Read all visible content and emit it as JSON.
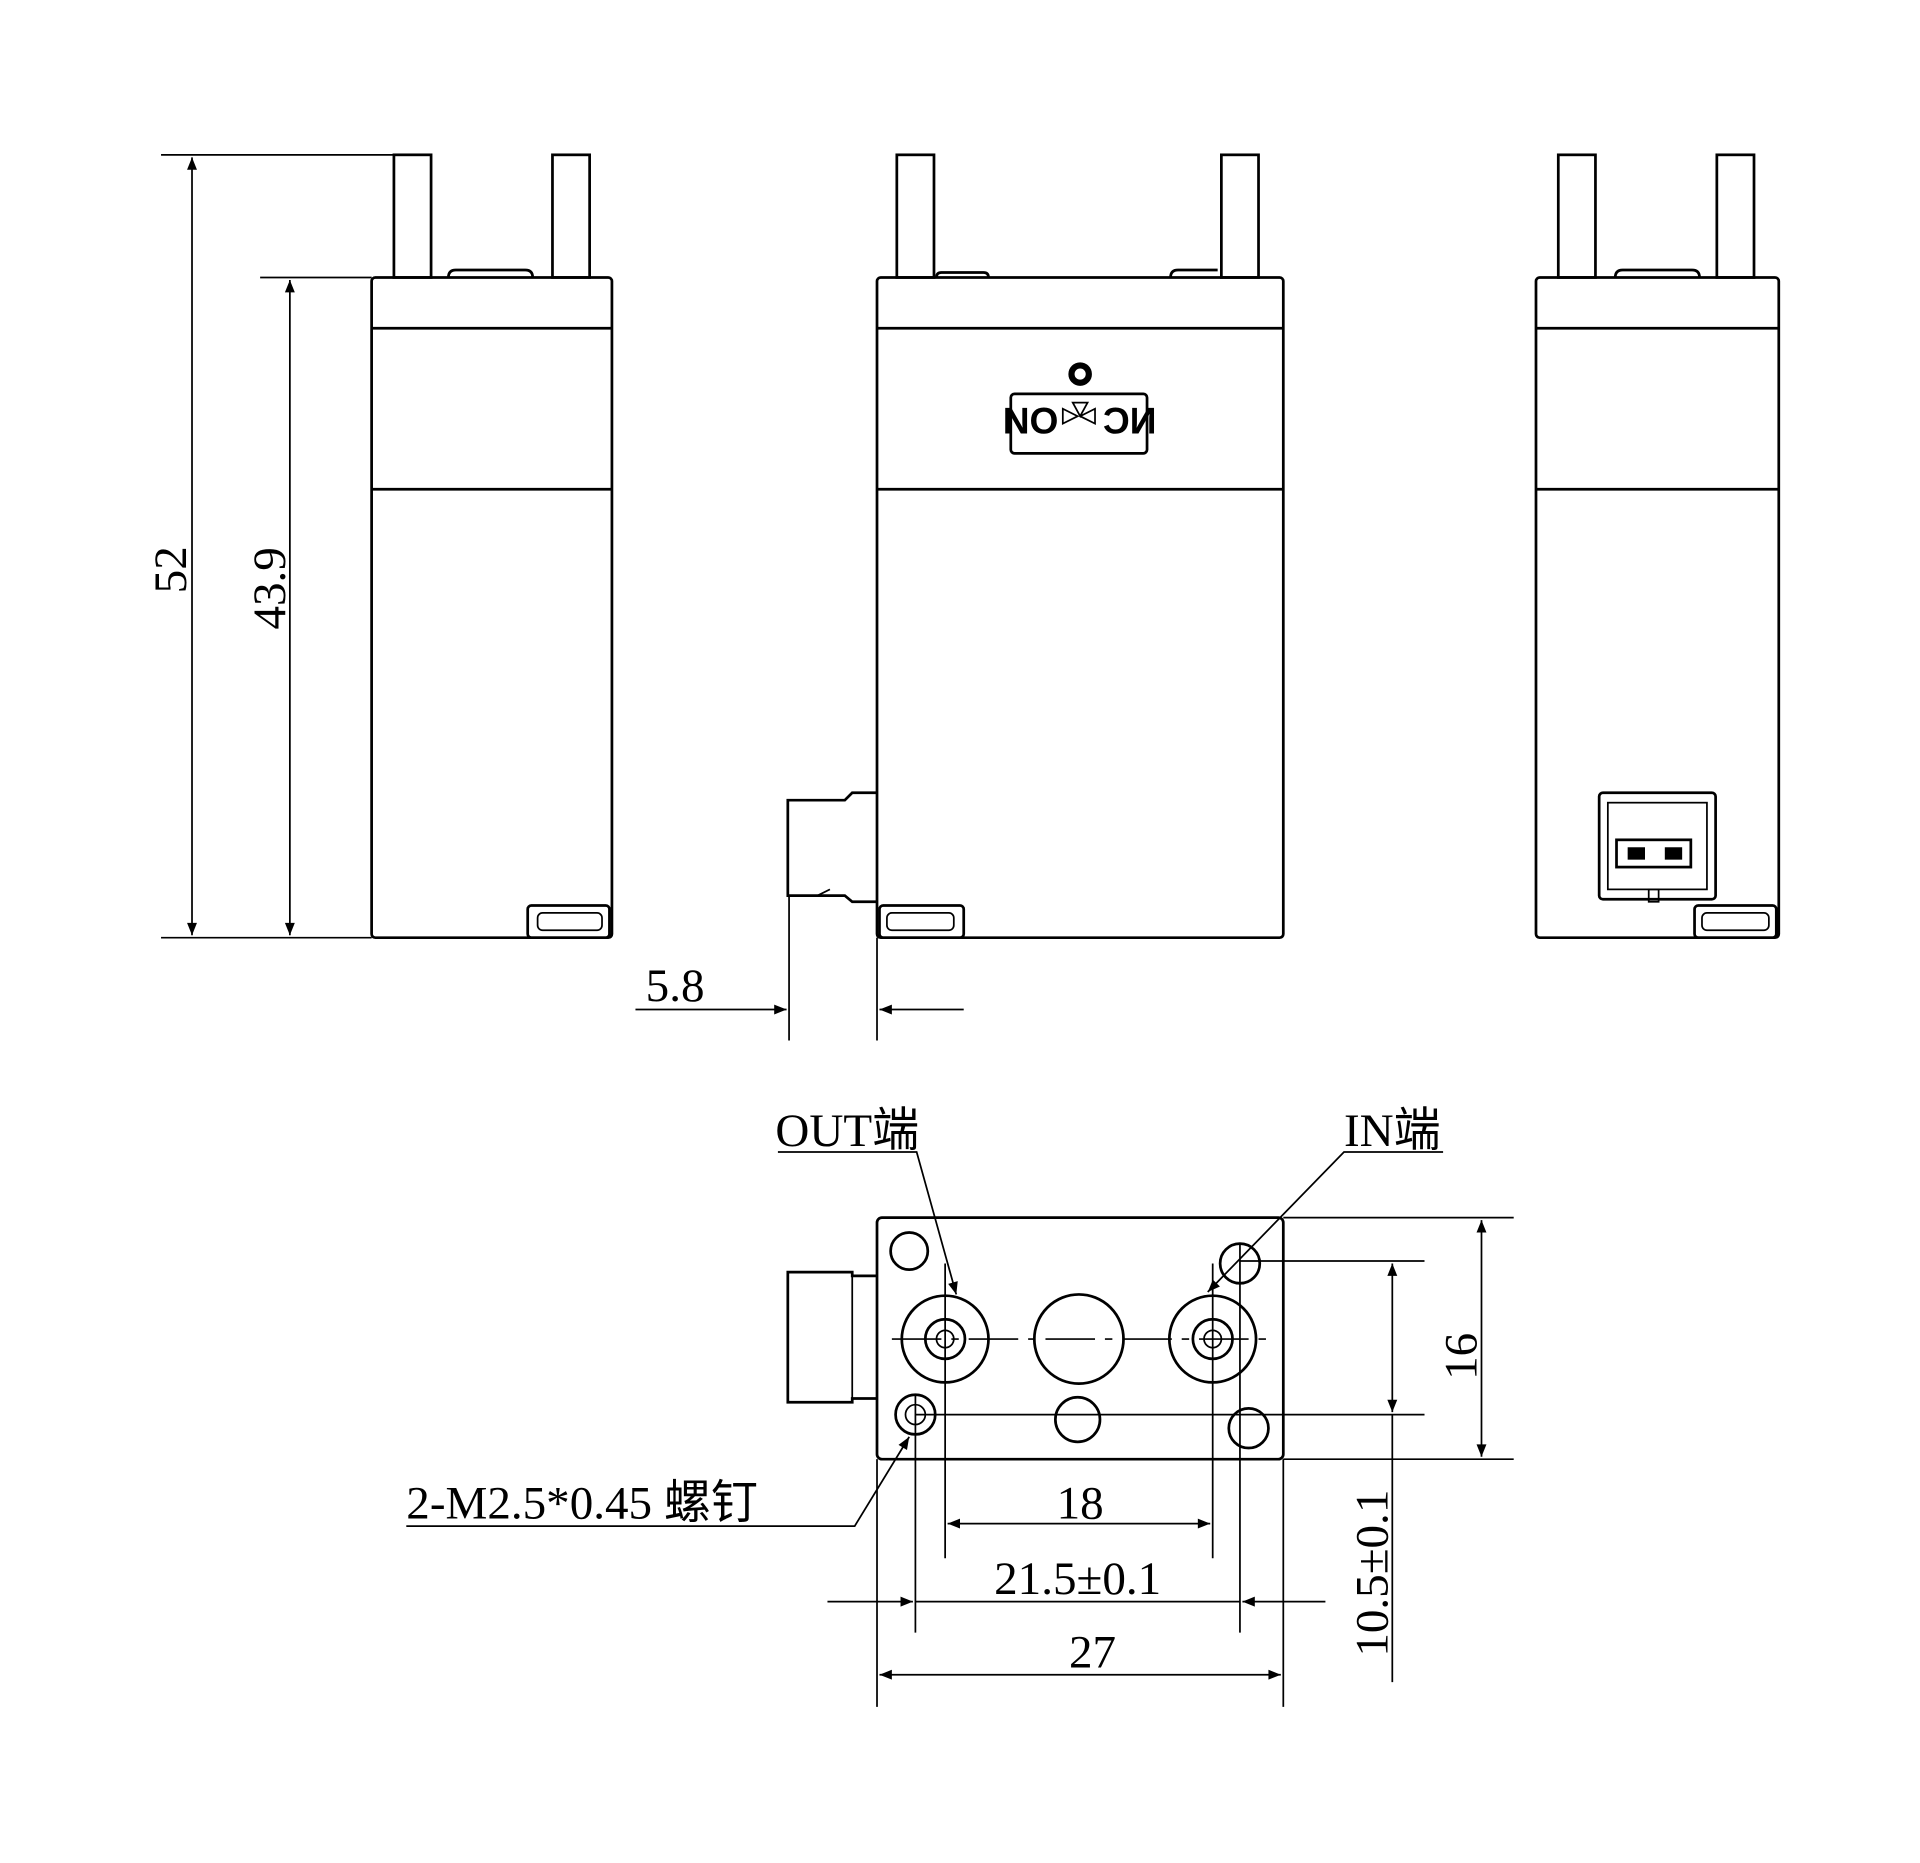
{
  "dimensions": {
    "overall_height": "52",
    "body_height": "43.9",
    "connector_offset": "5.8",
    "port_spacing": "18",
    "screw_spacing": "21.5±0.1",
    "width": "27",
    "depth": "16",
    "screw_vertical": "10.5±0.1"
  },
  "labels": {
    "out_port": "OUT端",
    "in_port": "IN端",
    "screws": "2-M2.5*0.45 螺钉",
    "valve_left": "NO",
    "valve_right": "NC"
  }
}
